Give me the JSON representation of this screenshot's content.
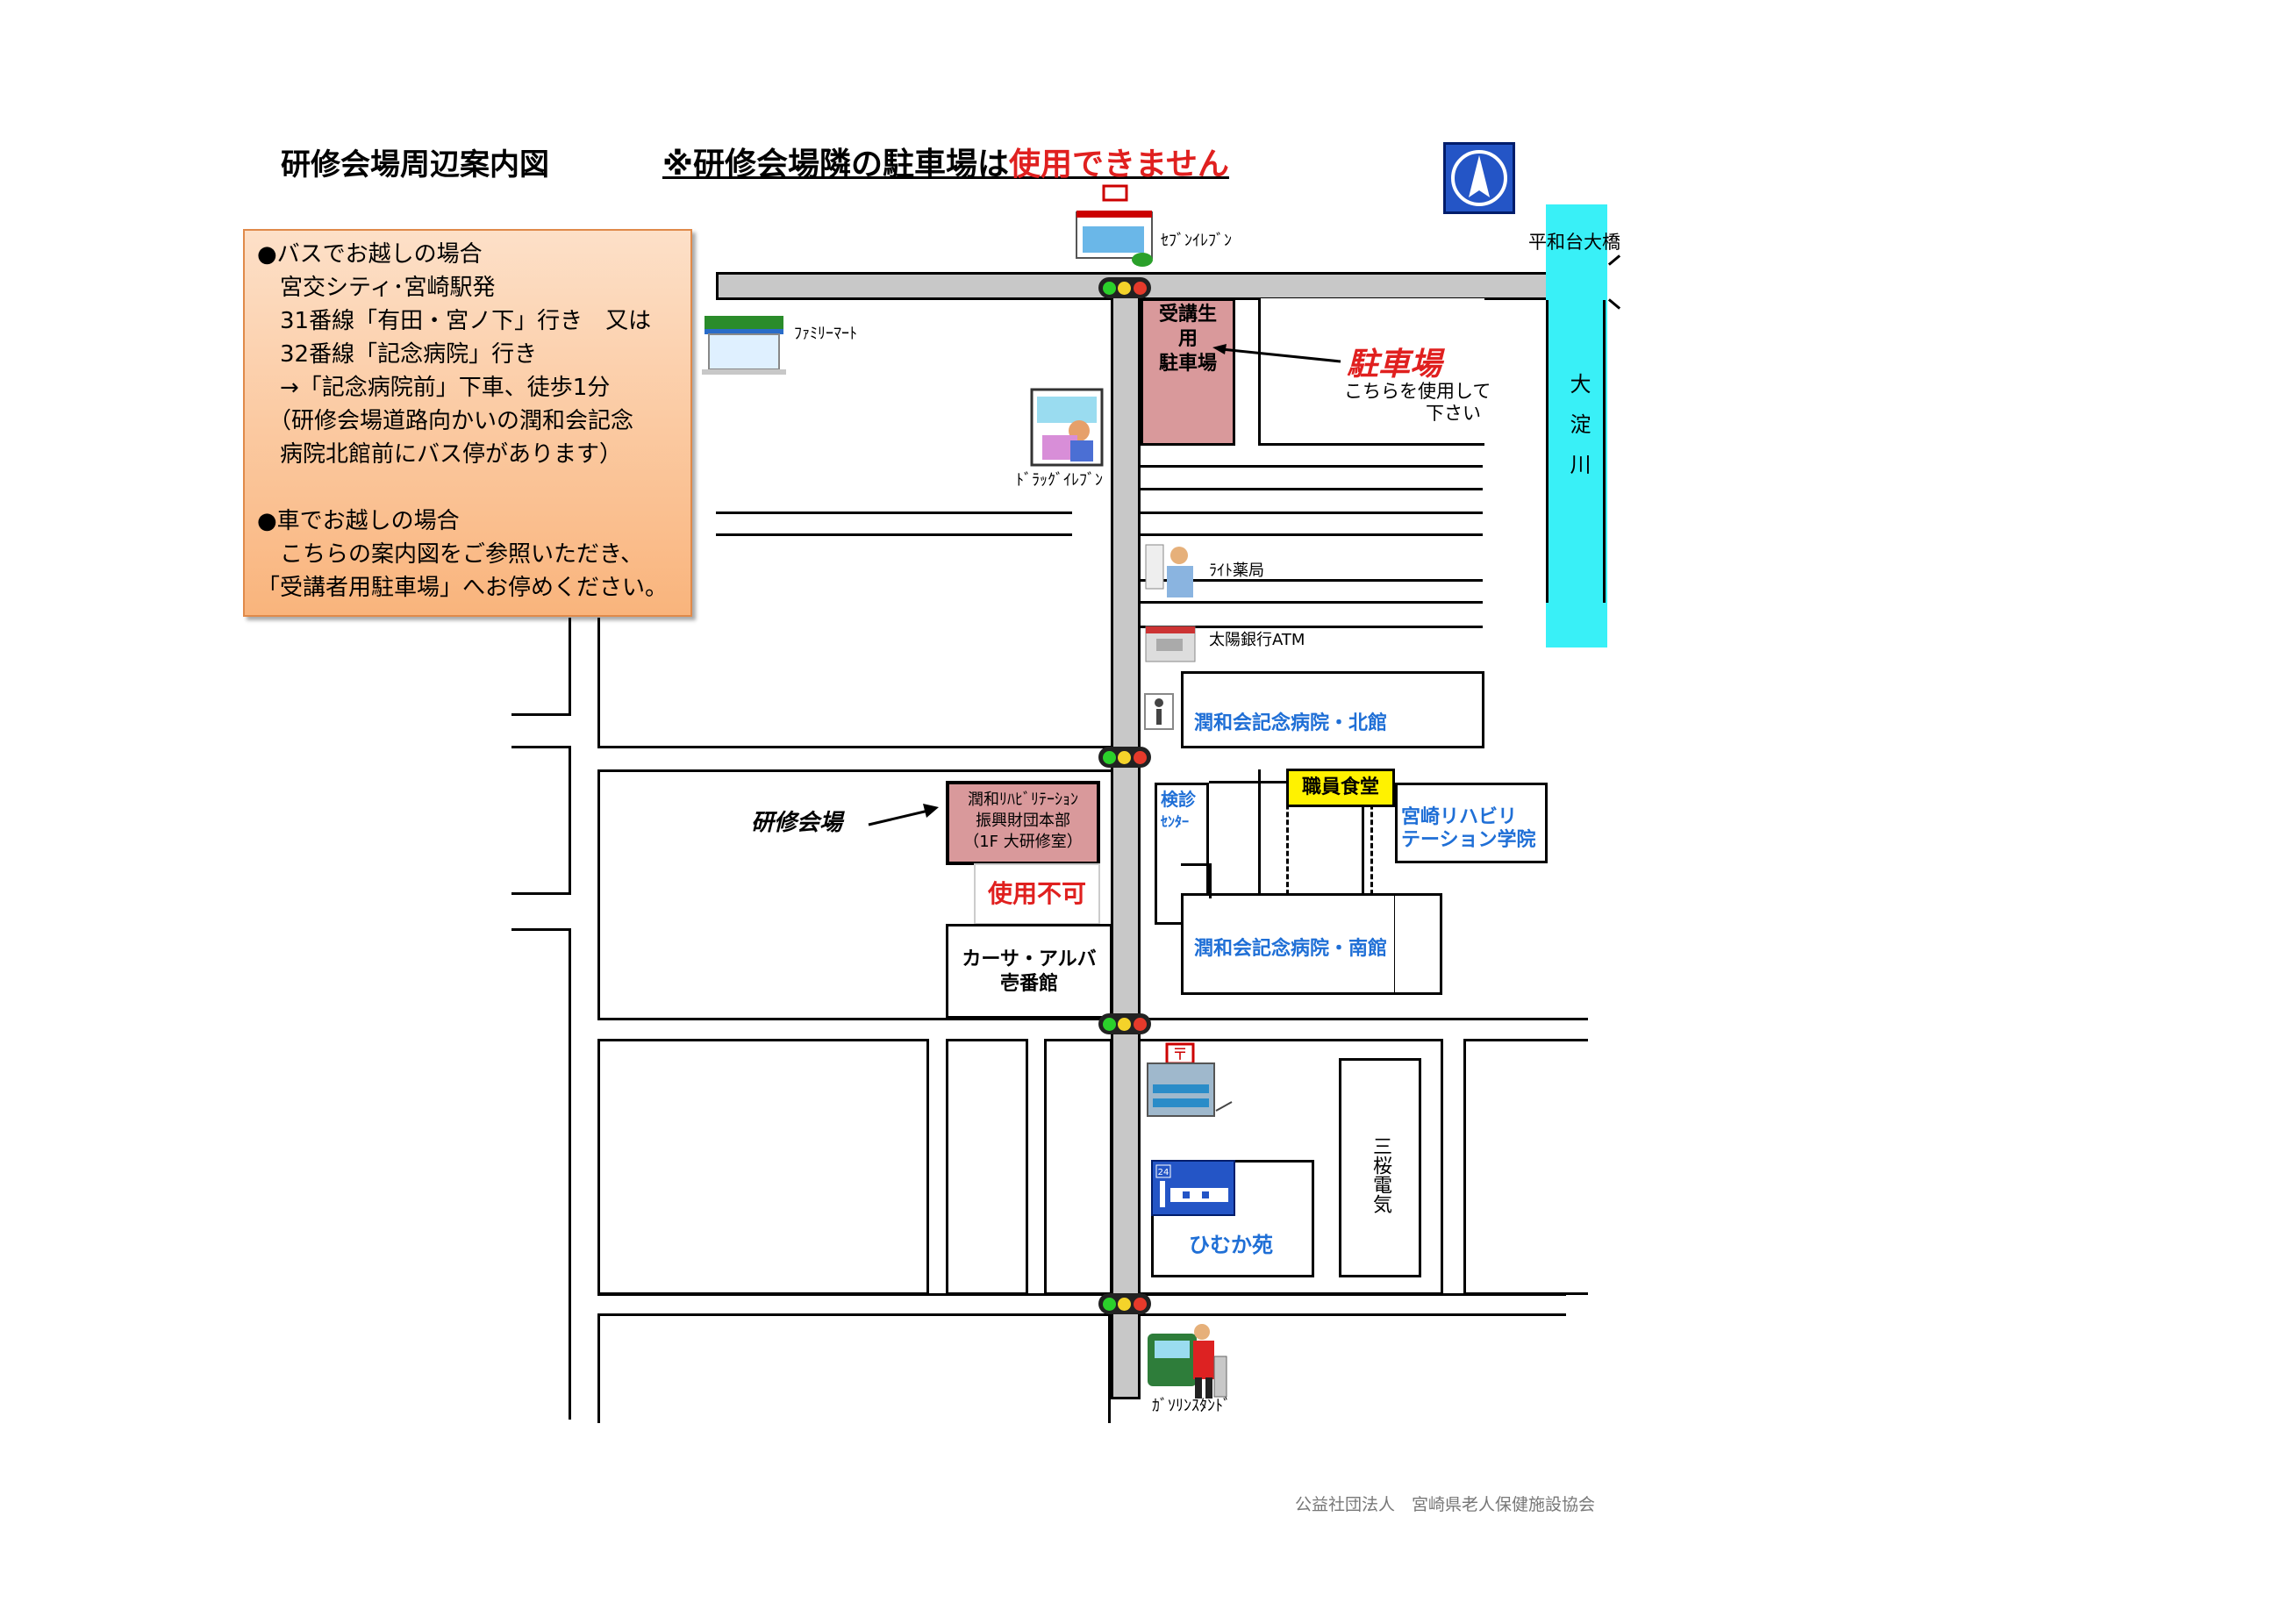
{
  "header": {
    "title": "研修会場周辺案内図",
    "notice_prefix": "※研修会場隣の駐車場は",
    "notice_alert": "使用できません"
  },
  "info_box": {
    "lines": [
      "●バスでお越しの場合",
      "　宮交シティ･宮崎駅発",
      "　31番線「有田・宮ノ下」行き　又は",
      "　32番線「記念病院」行き",
      "　→「記念病院前」下車、徒歩1分",
      "　（研修会場道路向かいの潤和会記念",
      "　病院北館前にバス停があります）",
      "",
      "●車でお越しの場合",
      "　こちらの案内図をご参照いただき、",
      "「受講者用駐車場」へお停めください。"
    ]
  },
  "landmarks": {
    "seven_eleven": "ｾﾌﾞﾝｲﾚﾌﾞﾝ",
    "heiwadai_bridge": "平和台大橋",
    "family_mart": "ﾌｧﾐﾘｰﾏｰﾄ",
    "drug_eleven": "ﾄﾞﾗｯｸﾞｲﾚﾌﾞﾝ",
    "light_pharmacy": "ﾗｲﾄ薬局",
    "taiyo_atm": "太陽銀行ATM",
    "gas_station": "ｶﾞｿﾘﾝｽﾀﾝﾄﾞ",
    "river": "大淀川"
  },
  "parking": {
    "lot_label": "受講生用駐車場",
    "lot_line1": "受講生",
    "lot_line2": "用",
    "lot_line3": "駐車場",
    "callout_title": "駐車場",
    "callout_line1": "こちらを使用して",
    "callout_line2": "下さい"
  },
  "venue": {
    "callout": "研修会場",
    "line1": "潤和ﾘﾊﾋﾞﾘﾃｰｼｮﾝ",
    "line2": "振興財団本部",
    "line3": "（1F 大研修室）",
    "unavailable": "使用不可"
  },
  "buildings": {
    "casa_alba_1": "カーサ・アルバ",
    "casa_alba_2": "壱番館",
    "north_wing": "潤和会記念病院・北館",
    "south_wing": "潤和会記念病院・南館",
    "checkup_1": "検診",
    "checkup_2": "ｾﾝﾀｰ",
    "staff_cafeteria": "職員食堂",
    "rehab_school_1": "宮崎リハビリ",
    "rehab_school_2": "テーション学院",
    "himuka": "ひむか苑",
    "sanou_denki": "三桜電気",
    "sign_24": "24"
  },
  "footer": {
    "org": "公益社団法人　宮崎県老人保健施設協会"
  },
  "colors": {
    "alert_red": "#e0201f",
    "info_box_fill": "#f9be8f",
    "venue_fill": "#d9999b",
    "river": "#39f0f7",
    "label_blue": "#1f6fd6",
    "cafeteria_yellow": "#fff200",
    "compass_blue": "#2455c6"
  }
}
